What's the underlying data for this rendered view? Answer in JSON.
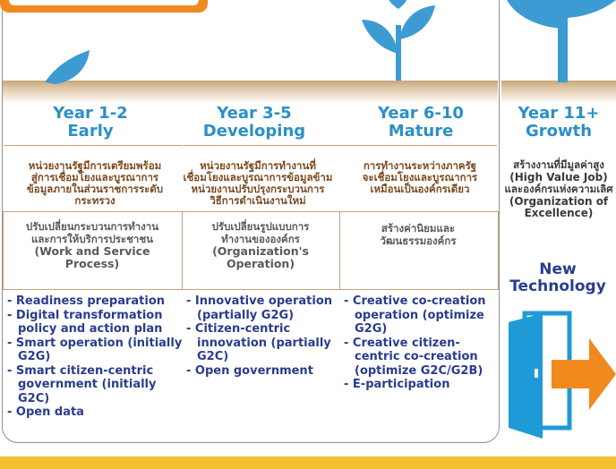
{
  "stages": [
    {
      "year": "Year 1-2",
      "name": "Early",
      "goal": [
        "หน่วยงานรัฐมีการเตรียมพร้อม",
        "สู่การเชื่อมโยงและบูรณาการ",
        "ข้อมูลภายในส่วนราชการระดับ",
        "กระทรวง"
      ],
      "transformation": [
        "ปรับเปลี่ยนกระบวนการทำงาน",
        "และการให้บริการประชาชน",
        "(Work and Service",
        "Process)"
      ],
      "items": [
        "- Readiness preparation",
        "- Digital transformation policy and action plan",
        "- Smart operation (initially G2G)",
        "- Smart citizen-centric government (initially G2C)",
        "- Open data"
      ]
    },
    {
      "year": "Year 3-5",
      "name": "Developing",
      "goal": [
        "หน่วยงานรัฐมีการทำงานที่",
        "เชื่อมโยงและบูรณาการข้อมูลข้าม",
        "หน่วยงานปรับปรุงกระบวนการ",
        "วิธีการดำเนินงานใหม่"
      ],
      "transformation": [
        "ปรับเปลี่ยนรูปแบบการ",
        "ทำงานขององค์กร",
        "(Organization's",
        "Operation)"
      ],
      "items": [
        "- Innovative operation (partially G2G)",
        "- Citizen-centric innovation (partially G2C)",
        "- Open government"
      ]
    },
    {
      "year": "Year 6-10",
      "name": "Mature",
      "goal": [
        "การทำงานระหว่างภาครัฐ",
        "จะเชื่อมโยงและบูรณาการ",
        "เหมือนเป็นองค์กรเดียว"
      ],
      "transformation": [
        "สร้างค่านิยมและ",
        "วัฒนธรรมองค์กร"
      ],
      "items": [
        "- Creative co-creation operation (optimize G2G)",
        "- Creative citizen-centric co-creation (optimize G2C/G2B)",
        "- E-participation"
      ]
    },
    {
      "year": "Year 11+",
      "name": "Growth",
      "goal": [
        "สร้างงานที่มีมูลค่าสูง",
        "(High Value Job)",
        "และองค์กรแห่งความเลิศ",
        "(Organization of",
        "Excellence)"
      ]
    }
  ],
  "new_technology": [
    "New",
    "Technology"
  ],
  "colors": {
    "orange": "#f08a1f",
    "leaf_blue": "#3d9bd3",
    "title_blue": "#2c8fc6",
    "list_navy": "#2a3c8e",
    "door_blue": "#1e9ad6"
  }
}
